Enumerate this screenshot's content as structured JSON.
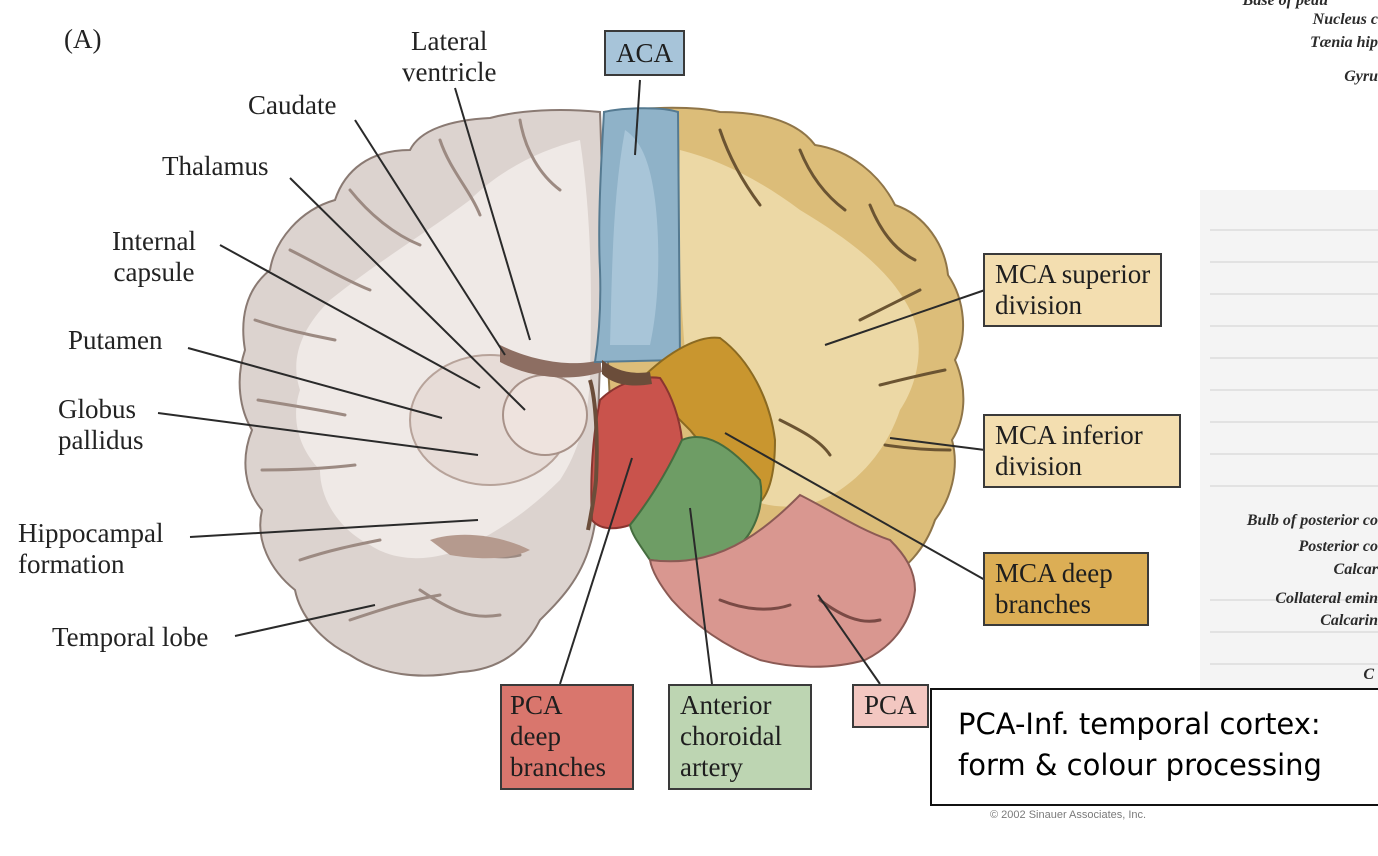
{
  "figure": {
    "panel_letter": "(A)",
    "copyright": "© 2002 Sinauer Associates, Inc."
  },
  "left_labels": {
    "lateral_ventricle": [
      "Lateral",
      "ventricle"
    ],
    "caudate": "Caudate",
    "thalamus": "Thalamus",
    "internal_capsule": [
      "Internal",
      "capsule"
    ],
    "putamen": "Putamen",
    "globus_pallidus": [
      "Globus",
      "pallidus"
    ],
    "hippocampal_formation": [
      "Hippocampal",
      "formation"
    ],
    "temporal_lobe": "Temporal lobe"
  },
  "territories": {
    "aca": {
      "label": "ACA",
      "color": "#8fb2c8",
      "box_color": "#a7c4d9"
    },
    "mca_superior": {
      "label": [
        "MCA superior",
        "division"
      ],
      "color": "#d9ba77",
      "box_color": "#f3deb0"
    },
    "mca_inferior": {
      "label": [
        "MCA inferior",
        "division"
      ],
      "color": "#d9ba77",
      "box_color": "#f3deb0"
    },
    "mca_deep": {
      "label": [
        "MCA deep",
        "branches"
      ],
      "color": "#c9962f",
      "box_color": "#dcae55"
    },
    "pca_deep": {
      "label": [
        "PCA",
        "deep",
        "branches"
      ],
      "color": "#c9534c",
      "box_color": "#d9766d"
    },
    "anterior_choroidal": {
      "label": [
        "Anterior",
        "choroidal",
        "artery"
      ],
      "color": "#6e9d65",
      "box_color": "#bdd5b2"
    },
    "pca": {
      "label": "PCA",
      "color": "#d99790",
      "box_color": "#f3c7c1"
    }
  },
  "background_text": [
    "Base of pedu",
    "Nucleus c",
    "Tænia hip",
    "Gyru",
    "Bulb of posterior co",
    "Posterior co",
    "Calcar",
    "Collateral emin",
    "Calcarin",
    "C"
  ],
  "callout": {
    "lines": [
      "PCA-Inf. temporal cortex:",
      "form & colour processing"
    ]
  }
}
